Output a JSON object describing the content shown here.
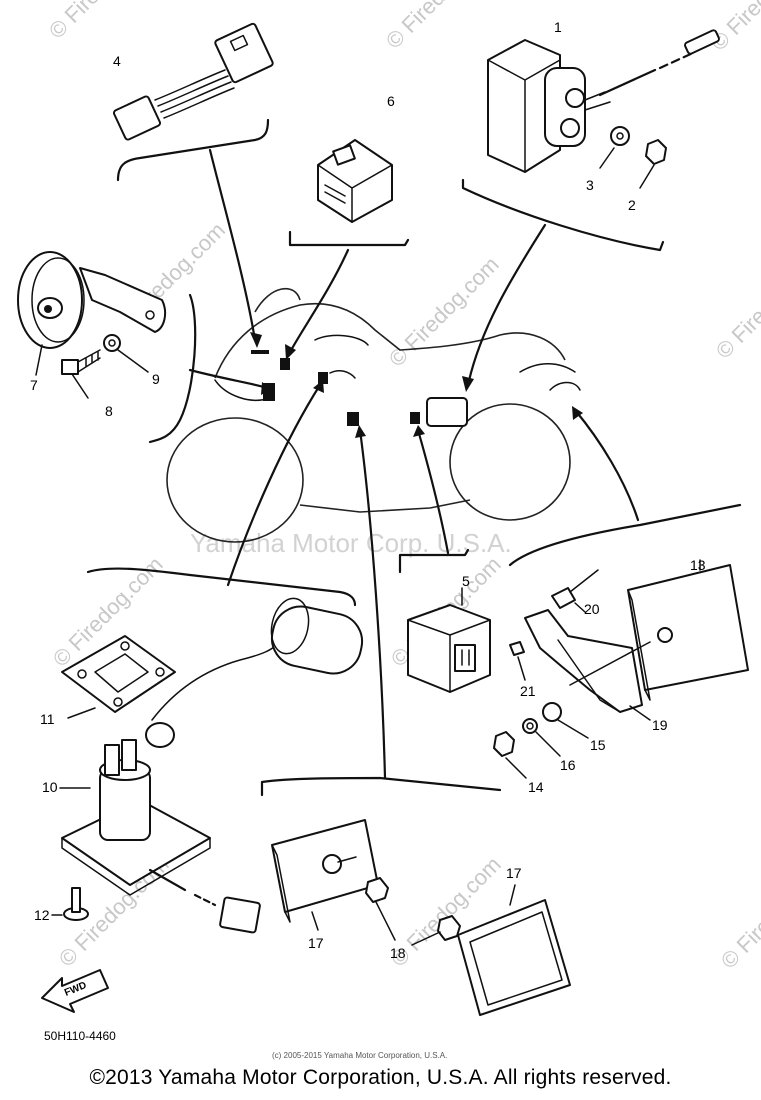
{
  "watermarks": {
    "site": "© Firedog.com",
    "site_plain": "Firedog.com",
    "center": "Yamaha Motor Corp. U.S.A."
  },
  "part_numbers": [
    "1",
    "2",
    "3",
    "4",
    "5",
    "6",
    "7",
    "8",
    "9",
    "10",
    "11",
    "12",
    "13",
    "14",
    "15",
    "16",
    "17",
    "17",
    "18",
    "19",
    "20",
    "21"
  ],
  "diagram_code": "50H110-4460",
  "fwd_label": "FWD",
  "small_copyright": "(c) 2005-2015 Yamaha Motor Corporation, U.S.A.",
  "footer_copyright": "©2013 Yamaha Motor Corporation, U.S.A. All rights reserved."
}
